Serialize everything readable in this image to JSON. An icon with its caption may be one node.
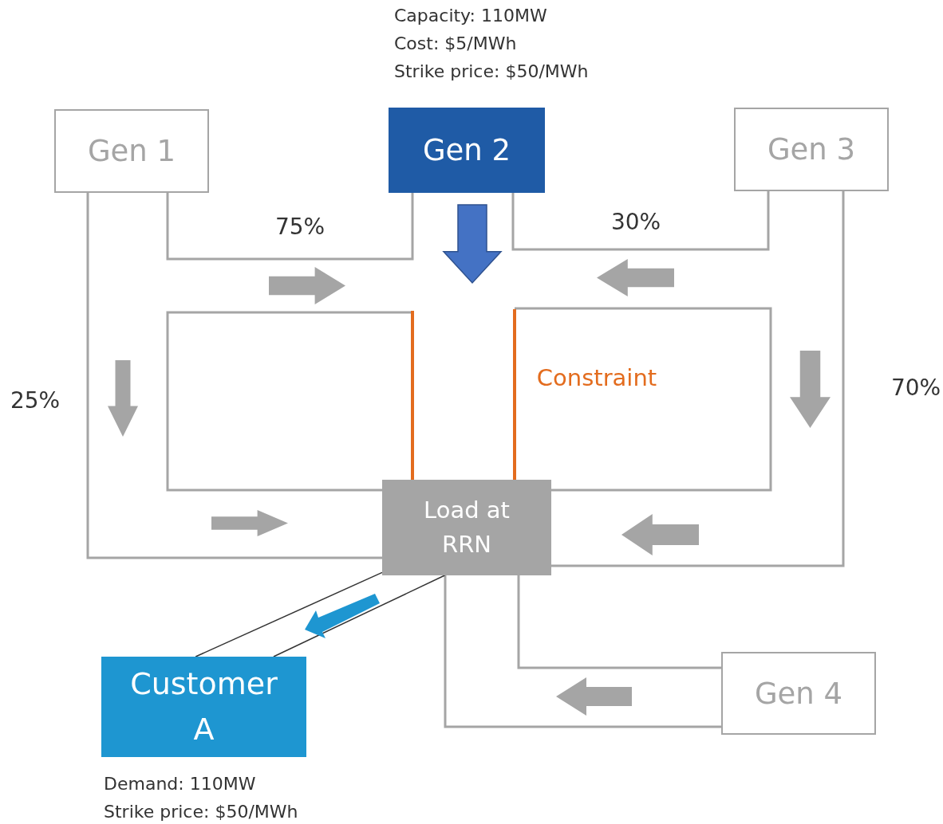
{
  "diagram": {
    "nodes": [
      {
        "text": [
          "Gen 1"
        ]
      },
      {
        "text": [
          "Gen 2"
        ],
        "beside": [
          "Capacity: 110MW",
          "Cost: $5/MWh",
          "Strike price: $50/MWh"
        ]
      },
      {
        "text": [
          "Gen 3"
        ]
      },
      {
        "text": [
          "Load at RRN"
        ]
      },
      {
        "text": [
          "Customer A"
        ],
        "beside": [
          "Demand: 110MW",
          "Strike price: $50/MWh"
        ]
      },
      {
        "text": [
          "Gen 4"
        ]
      }
    ],
    "edges": [
      {
        "from": 0,
        "to": 3,
        "arrow": "none",
        "label": "25%"
      },
      {
        "from": 0,
        "to": 1,
        "arrow": "none",
        "label": "75%"
      },
      {
        "from": 1,
        "to": 2,
        "arrow": "none",
        "label": "30%"
      },
      {
        "from": 2,
        "to": 3,
        "arrow": "none",
        "label": "70%"
      },
      {
        "from": 5,
        "to": 3,
        "arrow": "none"
      },
      {
        "from": 5,
        "to": 3,
        "arrow": "none"
      },
      {
        "from": 3,
        "to": 4,
        "arrow": "none",
        "color": "#333333"
      },
      {
        "from": 3,
        "to": 4,
        "arrow": "none",
        "color": "#333333"
      }
    ],
    "labels": [
      "Constraint"
    ]
  }
}
